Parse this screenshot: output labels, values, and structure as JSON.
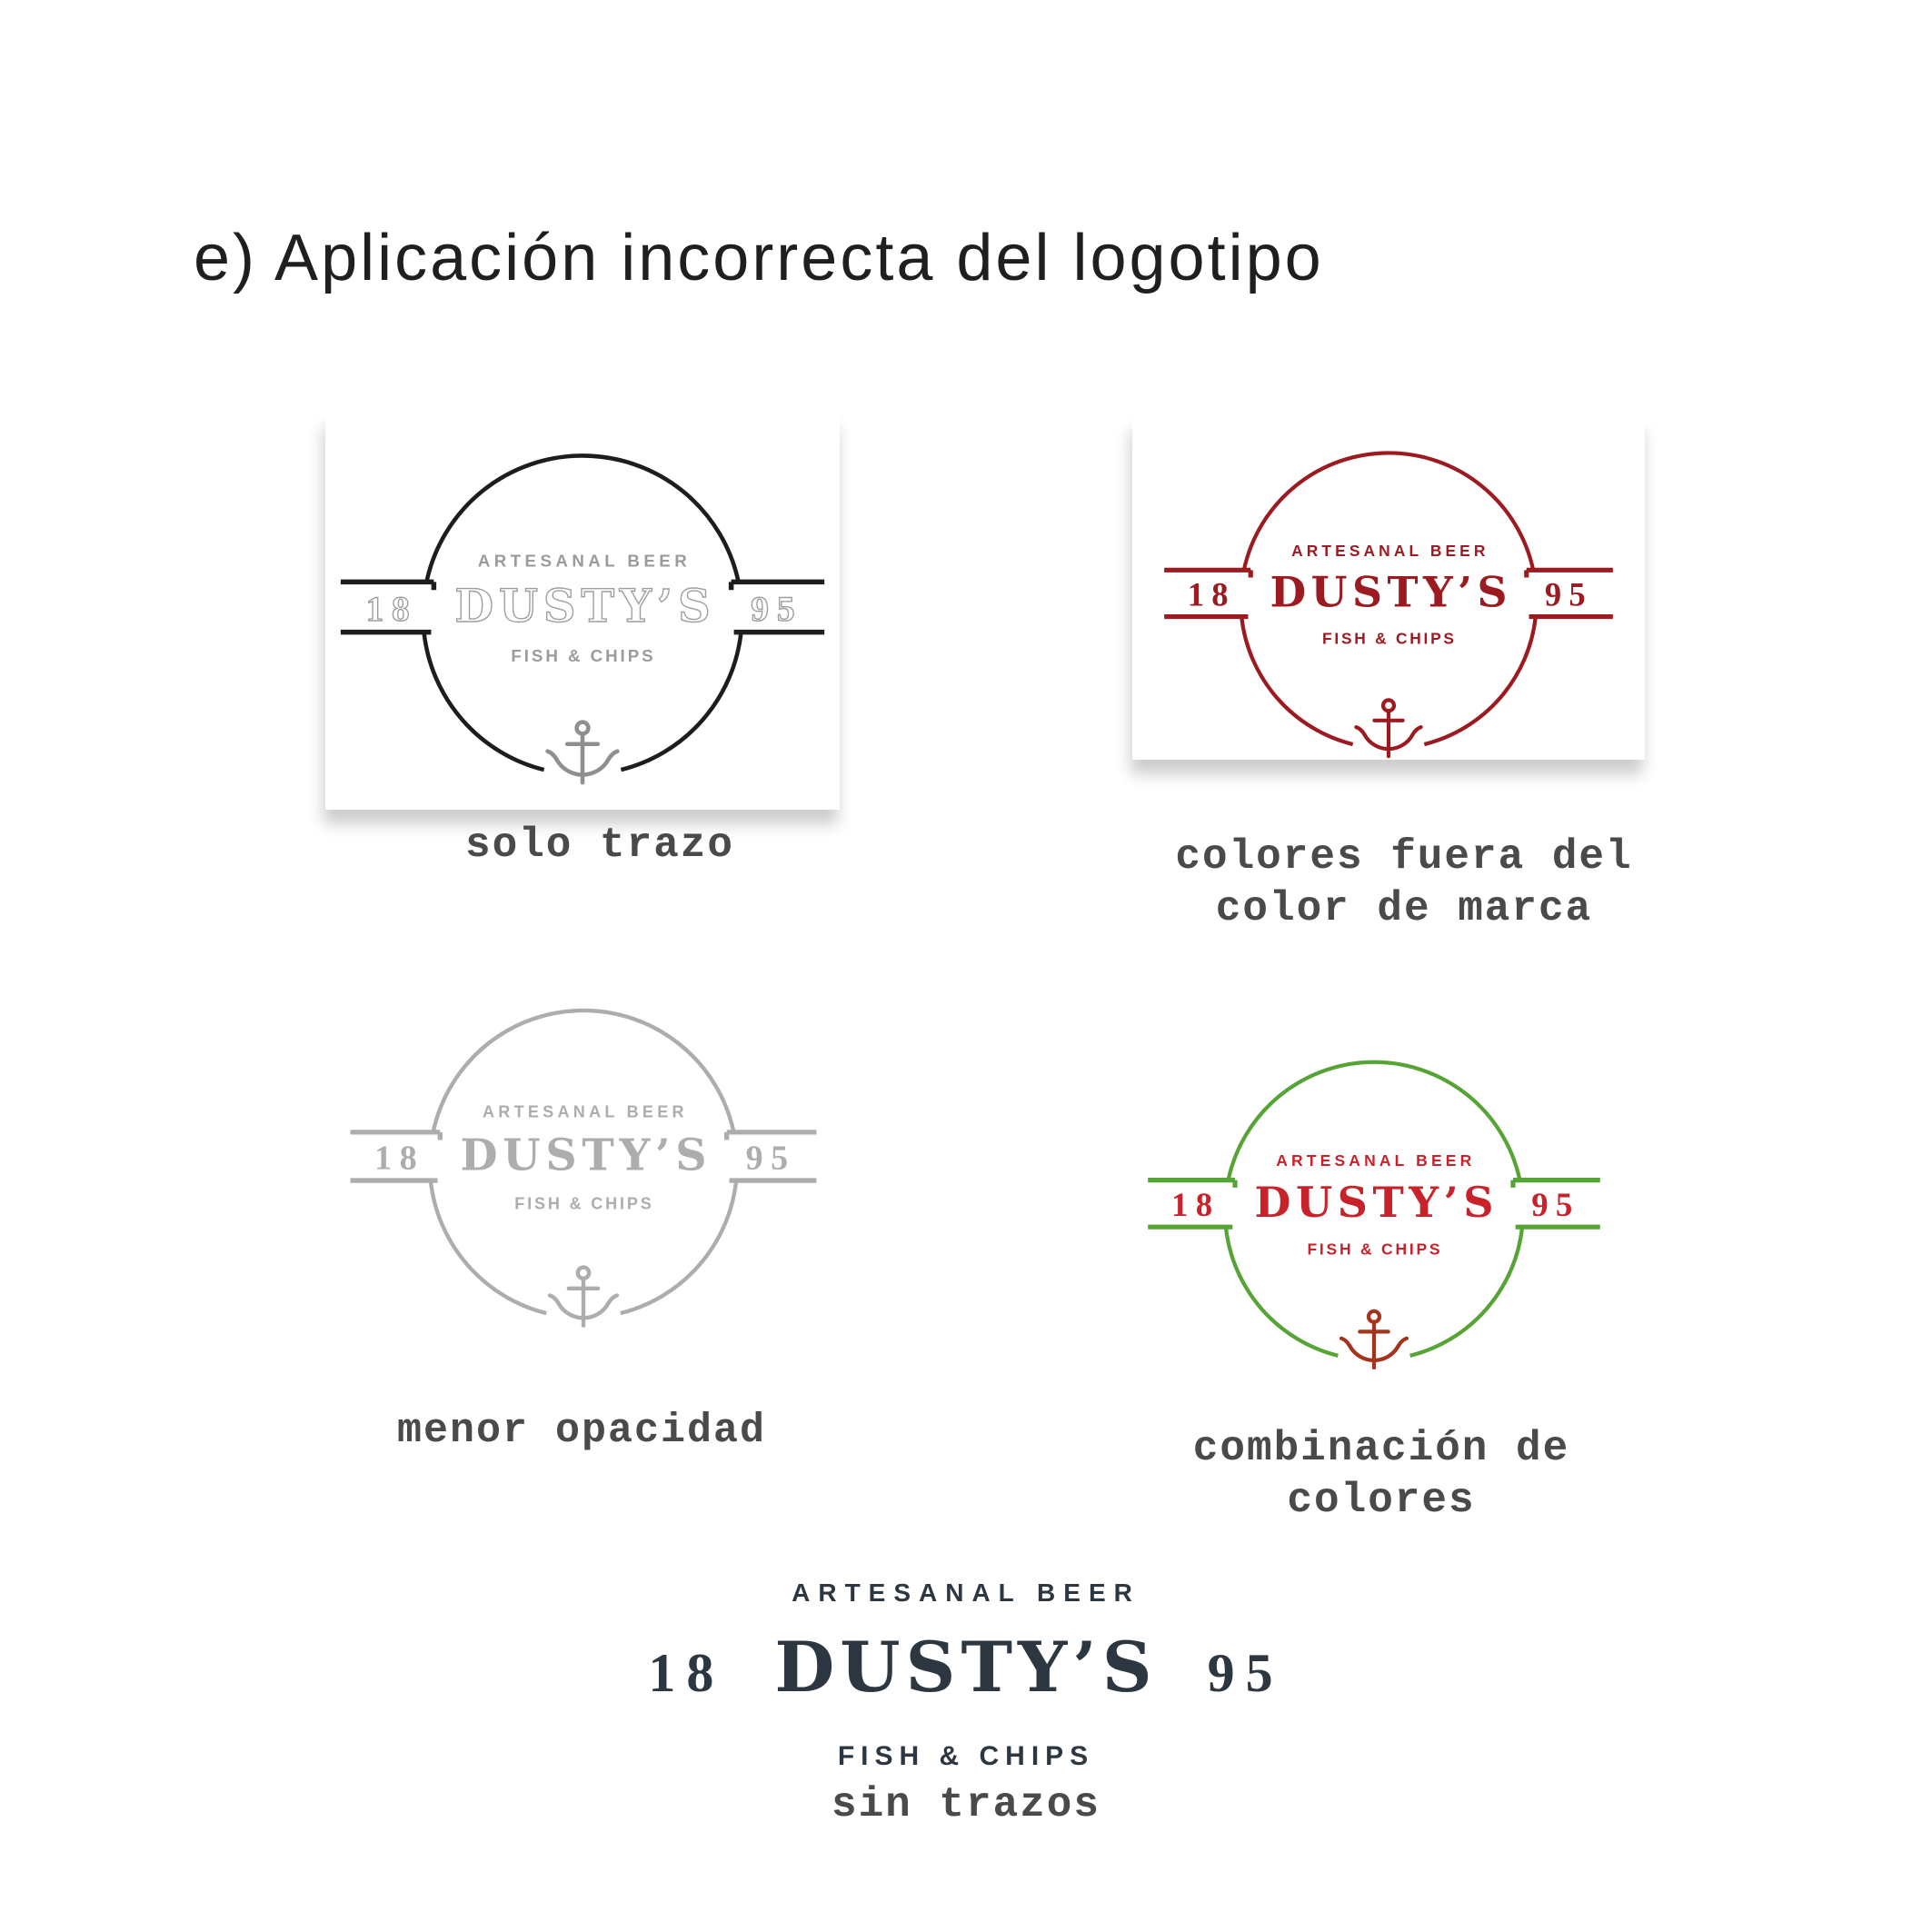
{
  "title": "e) Aplicación incorrecta del logotipo",
  "logo": {
    "top_label": "ARTESANAL BEER",
    "year_left": "18",
    "brand_name": "DUSTY’S",
    "year_right": "95",
    "bottom_label": "FISH & CHIPS",
    "anchor_icon": "anchor-icon"
  },
  "colors": {
    "title_text": "#1f1f1f",
    "caption_text": "#4a4a4a",
    "black_stroke": "#1d1d1d",
    "brand_dark_red": "#9c1b21",
    "low_opacity_gray": "#adadad",
    "green": "#57a436",
    "bright_red": "#c8232a",
    "brick_red_anchor": "#a5341f",
    "navy": "#2c3742"
  },
  "variants": [
    {
      "key": "solo-trazo",
      "caption": "solo trazo",
      "frame_color": "#1d1d1d",
      "label_color": "#9b9b9b",
      "name_style": "outline",
      "name_color": "#9e9e9e",
      "anchor_color": "#8f8f8f"
    },
    {
      "key": "colores-fuera-de-marca",
      "caption_line1": "colores fuera del",
      "caption_line2": "color de marca",
      "frame_color": "#9c1b21",
      "label_color": "#9c1b21",
      "name_style": "solid",
      "name_color": "#9c1b21",
      "anchor_color": "#9c1b21"
    },
    {
      "key": "menor-opacidad",
      "caption": "menor opacidad",
      "frame_color": "#adadad",
      "label_color": "#adadad",
      "name_style": "solid",
      "name_color": "#adadad",
      "anchor_color": "#adadad"
    },
    {
      "key": "combinacion-de-colores",
      "caption_line1": "combinación de",
      "caption_line2": "colores",
      "frame_color": "#57a436",
      "label_color": "#c8232a",
      "name_style": "solid",
      "name_color": "#c8232a",
      "anchor_color": "#a5341f"
    },
    {
      "key": "sin-trazos",
      "caption": "sin trazos",
      "name_style": "solid",
      "text_color": "#2c3742"
    }
  ]
}
